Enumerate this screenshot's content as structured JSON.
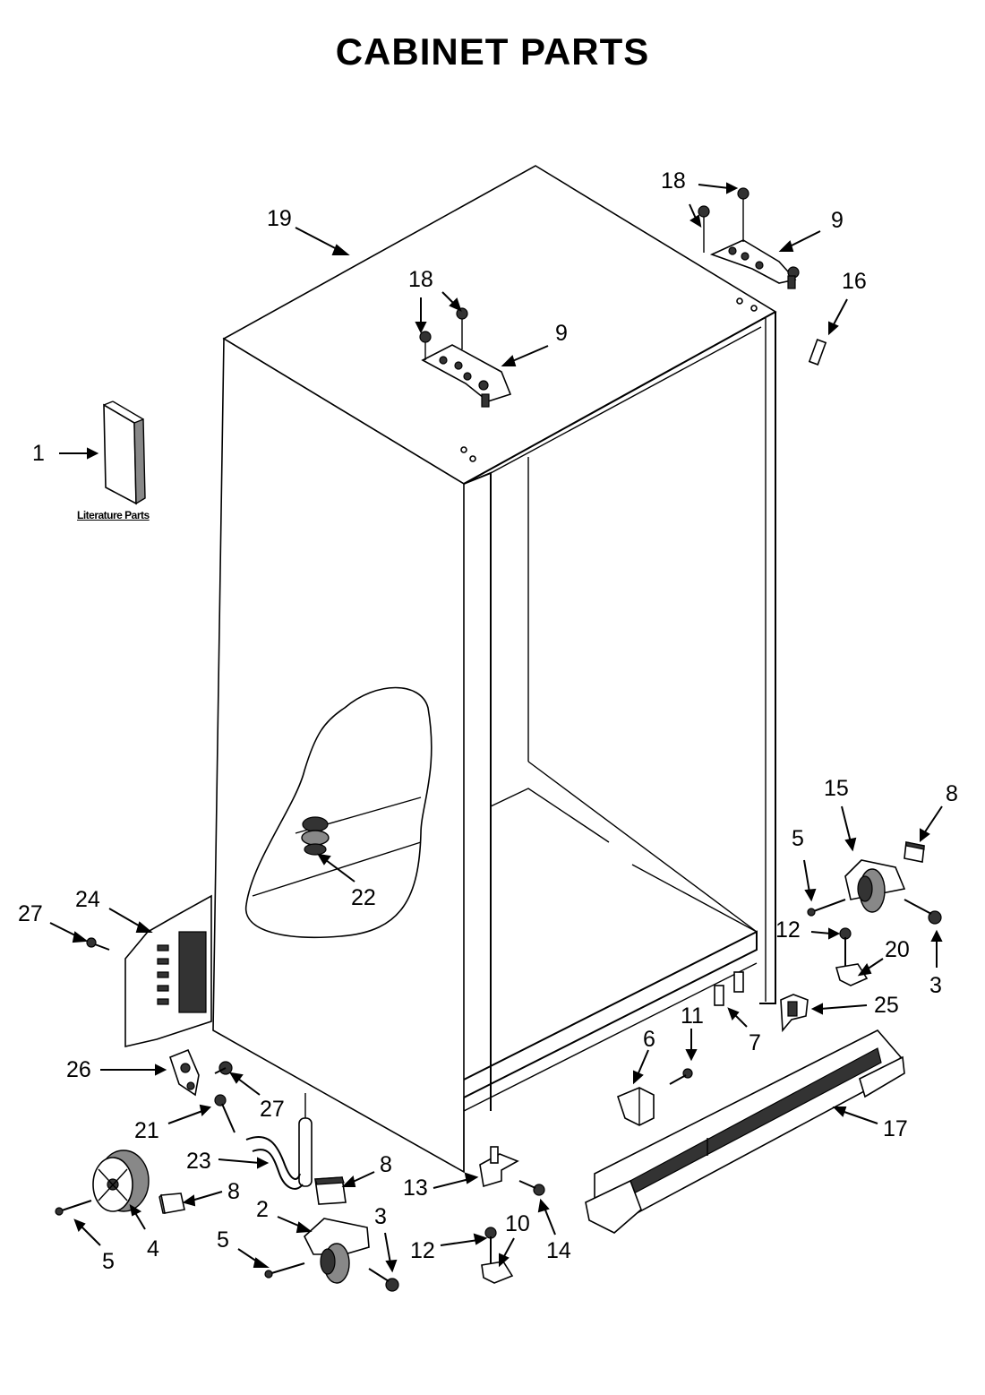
{
  "title": "CABINET PARTS",
  "literature_caption": "Literature Parts",
  "callouts": [
    {
      "label": "1",
      "part": "literature"
    },
    {
      "label": "2",
      "part": "roller-assembly-front"
    },
    {
      "label": "3",
      "part": "screw"
    },
    {
      "label": "3",
      "part": "screw"
    },
    {
      "label": "4",
      "part": "wheel"
    },
    {
      "label": "5",
      "part": "axle-pin"
    },
    {
      "label": "5",
      "part": "axle-pin"
    },
    {
      "label": "5",
      "part": "axle-pin"
    },
    {
      "label": "6",
      "part": "bracket"
    },
    {
      "label": "7",
      "part": "clip"
    },
    {
      "label": "8",
      "part": "pad"
    },
    {
      "label": "8",
      "part": "pad"
    },
    {
      "label": "8",
      "part": "pad"
    },
    {
      "label": "9",
      "part": "hinge"
    },
    {
      "label": "9",
      "part": "hinge"
    },
    {
      "label": "10",
      "part": "shim"
    },
    {
      "label": "11",
      "part": "screw"
    },
    {
      "label": "12",
      "part": "bolt"
    },
    {
      "label": "12",
      "part": "bolt"
    },
    {
      "label": "13",
      "part": "hinge-bottom"
    },
    {
      "label": "14",
      "part": "screw"
    },
    {
      "label": "15",
      "part": "roller-assembly-rear"
    },
    {
      "label": "16",
      "part": "pin"
    },
    {
      "label": "17",
      "part": "toe-grille"
    },
    {
      "label": "18",
      "part": "bolt"
    },
    {
      "label": "18",
      "part": "bolt"
    },
    {
      "label": "19",
      "part": "cabinet"
    },
    {
      "label": "20",
      "part": "shim"
    },
    {
      "label": "21",
      "part": "screw"
    },
    {
      "label": "22",
      "part": "grommet"
    },
    {
      "label": "23",
      "part": "drain-tube"
    },
    {
      "label": "24",
      "part": "rear-panel"
    },
    {
      "label": "25",
      "part": "hinge-bottom"
    },
    {
      "label": "26",
      "part": "bracket"
    },
    {
      "label": "27",
      "part": "screw"
    },
    {
      "label": "27",
      "part": "screw"
    }
  ]
}
